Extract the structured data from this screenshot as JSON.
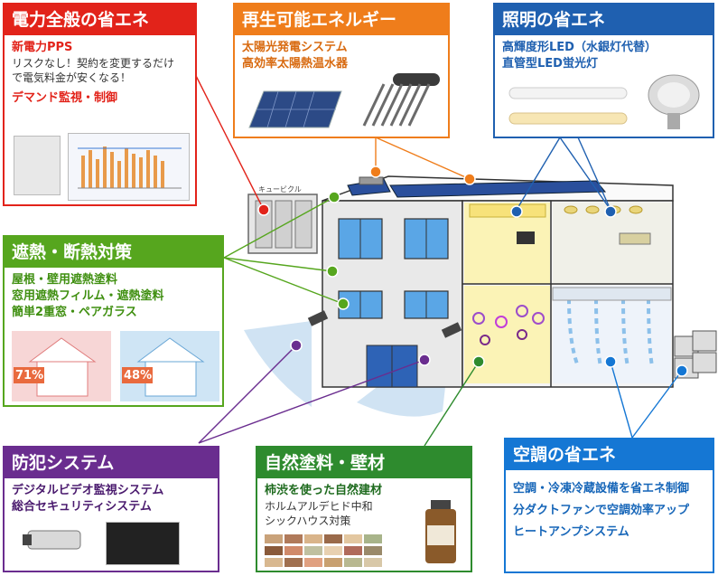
{
  "colors": {
    "red": "#e2231a",
    "orange": "#ef7d1b",
    "blue": "#1f60b0",
    "green": "#56a61e",
    "purple": "#6a2d8f",
    "dkgreen": "#2e8b2e",
    "skyblue": "#1577d4"
  },
  "panels": {
    "power": {
      "title": "電力全般の省エネ",
      "line1": "新電力PPS",
      "line2": "リスクなし！契約を変更するだけ",
      "line3": "で電気料金が安くなる！",
      "line4": "デマンド監視・制御"
    },
    "renewable": {
      "title": "再生可能エネルギー",
      "line1": "太陽光発電システム",
      "line2": "高効率太陽熱温水器"
    },
    "lighting": {
      "title": "照明の省エネ",
      "line1": "高輝度形LED（水銀灯代替）",
      "line2": "直管型LED蛍光灯"
    },
    "insulation": {
      "title": "遮熱・断熱対策",
      "line1": "屋根・壁用遮熱塗料",
      "line2": "窓用遮熱フィルム・遮熱塗料",
      "line3": "簡単2重窓・ペアガラス",
      "summer_pct": "71%",
      "winter_pct": "48%"
    },
    "security": {
      "title": "防犯システム",
      "line1": "デジタルビデオ監視システム",
      "line2": "総合セキュリティシステム"
    },
    "natural": {
      "title": "自然塗料・壁材",
      "line1": "柿渋を使った自然建材",
      "line2": "ホルムアルデヒド中和",
      "line3": "シックハウス対策"
    },
    "hvac": {
      "title": "空調の省エネ",
      "line1": "空調・冷凍冷蔵設備を省エネ制御",
      "line2": "分ダクトファンで空調効率アップ",
      "line3": "ヒートアンプシステム"
    }
  },
  "building": {
    "cubicle_label": "キュービクル"
  }
}
